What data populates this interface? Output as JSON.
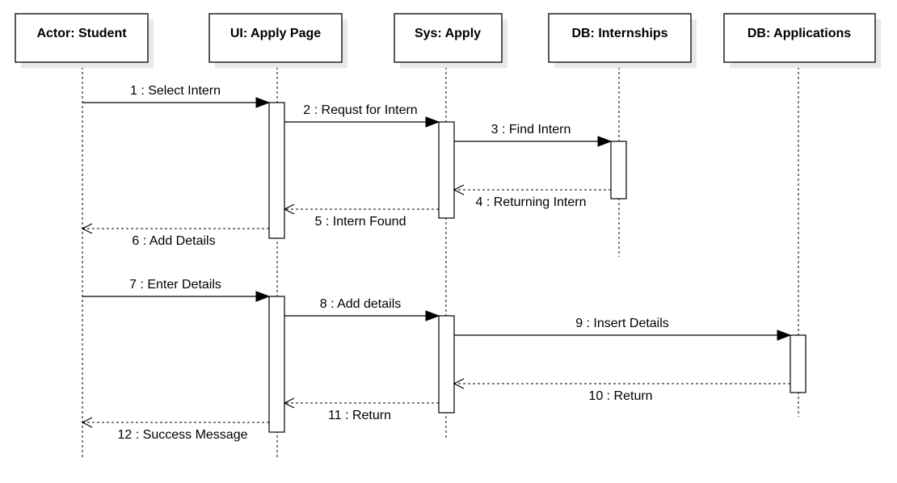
{
  "participants": [
    {
      "id": "student",
      "label": "Actor: Student"
    },
    {
      "id": "ui",
      "label": "UI: Apply Page"
    },
    {
      "id": "sys",
      "label": "Sys: Apply"
    },
    {
      "id": "dbi",
      "label": "DB: Internships"
    },
    {
      "id": "dba",
      "label": "DB: Applications"
    }
  ],
  "messages": [
    {
      "num": 1,
      "text": "1 : Select Intern",
      "from": "student",
      "to": "ui",
      "kind": "sync"
    },
    {
      "num": 2,
      "text": "2 : Requst for Intern",
      "from": "ui",
      "to": "sys",
      "kind": "sync"
    },
    {
      "num": 3,
      "text": "3 : Find Intern",
      "from": "sys",
      "to": "dbi",
      "kind": "sync"
    },
    {
      "num": 4,
      "text": "4 : Returning Intern",
      "from": "dbi",
      "to": "sys",
      "kind": "return"
    },
    {
      "num": 5,
      "text": "5 : Intern Found",
      "from": "sys",
      "to": "ui",
      "kind": "return"
    },
    {
      "num": 6,
      "text": "6 : Add Details",
      "from": "ui",
      "to": "student",
      "kind": "return"
    },
    {
      "num": 7,
      "text": "7 : Enter Details",
      "from": "student",
      "to": "ui",
      "kind": "sync"
    },
    {
      "num": 8,
      "text": "8 : Add details",
      "from": "ui",
      "to": "sys",
      "kind": "sync"
    },
    {
      "num": 9,
      "text": "9 : Insert Details",
      "from": "sys",
      "to": "dba",
      "kind": "sync"
    },
    {
      "num": 10,
      "text": "10 : Return",
      "from": "dba",
      "to": "sys",
      "kind": "return"
    },
    {
      "num": 11,
      "text": "11 : Return",
      "from": "sys",
      "to": "ui",
      "kind": "return"
    },
    {
      "num": 12,
      "text": "12 : Success Message",
      "from": "ui",
      "to": "student",
      "kind": "return"
    }
  ]
}
